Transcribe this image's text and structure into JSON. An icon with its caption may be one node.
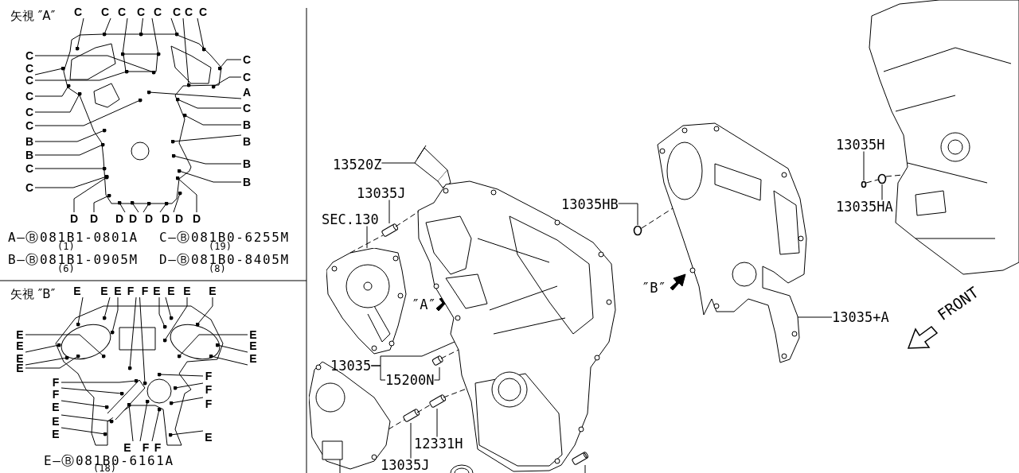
{
  "diagram": {
    "nodes": [
      {
        "text": [
          "C"
        ]
      },
      {
        "text": [
          "C"
        ]
      },
      {
        "text": [
          "C"
        ]
      },
      {
        "text": [
          "C"
        ]
      },
      {
        "text": [
          "C"
        ]
      },
      {
        "text": [
          "C"
        ]
      },
      {
        "text": [
          "C"
        ]
      },
      {
        "text": [
          "C"
        ]
      },
      {
        "text": [
          "C"
        ]
      },
      {
        "text": [
          "C"
        ]
      },
      {
        "text": [
          "C"
        ]
      },
      {
        "text": [
          "C"
        ]
      },
      {
        "text": [
          "C"
        ]
      },
      {
        "text": [
          "C"
        ]
      },
      {
        "text": [
          "B"
        ]
      },
      {
        "text": [
          "B"
        ]
      },
      {
        "text": [
          "C"
        ]
      },
      {
        "text": [
          "C"
        ]
      },
      {
        "text": [
          "C"
        ]
      },
      {
        "text": [
          "C"
        ]
      },
      {
        "text": [
          "A"
        ]
      },
      {
        "text": [
          "C"
        ]
      },
      {
        "text": [
          "B"
        ]
      },
      {
        "text": [
          "B"
        ]
      },
      {
        "text": [
          "B"
        ]
      },
      {
        "text": [
          "B"
        ]
      },
      {
        "text": [
          "D"
        ]
      },
      {
        "text": [
          "D"
        ]
      },
      {
        "text": [
          "D"
        ]
      },
      {
        "text": [
          "D"
        ]
      },
      {
        "text": [
          "D"
        ]
      },
      {
        "text": [
          "D"
        ]
      },
      {
        "text": [
          "D"
        ]
      },
      {
        "text": [
          "D"
        ]
      },
      {
        "text": [
          "E"
        ]
      },
      {
        "text": [
          "E"
        ]
      },
      {
        "text": [
          "E"
        ]
      },
      {
        "text": [
          "F"
        ]
      },
      {
        "text": [
          "F"
        ]
      },
      {
        "text": [
          "E"
        ]
      },
      {
        "text": [
          "E"
        ]
      },
      {
        "text": [
          "E"
        ]
      },
      {
        "text": [
          "E"
        ]
      },
      {
        "text": [
          "E"
        ]
      },
      {
        "text": [
          "E"
        ]
      },
      {
        "text": [
          "E"
        ]
      },
      {
        "text": [
          "E"
        ]
      },
      {
        "text": [
          "F"
        ]
      },
      {
        "text": [
          "F"
        ]
      },
      {
        "text": [
          "E"
        ]
      },
      {
        "text": [
          "E"
        ]
      },
      {
        "text": [
          "E"
        ]
      },
      {
        "text": [
          "E"
        ]
      },
      {
        "text": [
          "E"
        ]
      },
      {
        "text": [
          "E"
        ]
      },
      {
        "text": [
          "F"
        ]
      },
      {
        "text": [
          "F"
        ]
      },
      {
        "text": [
          "F"
        ]
      },
      {
        "text": [
          "E"
        ]
      },
      {
        "text": [
          "E"
        ]
      },
      {
        "text": [
          "F"
        ]
      },
      {
        "text": [
          "F"
        ]
      },
      {
        "text": [
          "13520Z"
        ]
      },
      {
        "text": [],
        "shape": "picture"
      },
      {
        "text": [
          "13035J"
        ]
      },
      {
        "text": [],
        "shape": "picture"
      },
      {
        "text": [
          "SEC.130"
        ]
      },
      {
        "text": [],
        "shape": "picture"
      },
      {
        "text": [
          "13035"
        ]
      },
      {
        "text": [],
        "shape": "picture"
      },
      {
        "text": [
          "15200N"
        ]
      },
      {
        "text": [],
        "shape": "picture"
      },
      {
        "text": [
          "12331H"
        ]
      },
      {
        "text": [],
        "shape": "picture"
      },
      {
        "text": [
          "13035J"
        ]
      },
      {
        "text": [],
        "shape": "picture"
      },
      {
        "text": [
          "13035HB"
        ]
      },
      {
        "text": [],
        "shape": "circle"
      },
      {
        "text": [
          "13035H"
        ]
      },
      {
        "text": [],
        "shape": "circle"
      },
      {
        "text": [
          "13035HA"
        ]
      },
      {
        "text": [],
        "shape": "circle"
      },
      {
        "text": [
          "13035+A"
        ]
      },
      {
        "text": [],
        "shape": "picture"
      },
      {
        "text": [],
        "shape": "picture"
      },
      {
        "text": [],
        "shape": "picture"
      },
      {
        "text": [],
        "shape": "picture"
      },
      {
        "text": [],
        "shape": "picture"
      }
    ],
    "edges": [
      {
        "from": 0,
        "to": 86,
        "arrow": "other"
      },
      {
        "from": 1,
        "to": 86,
        "arrow": "other"
      },
      {
        "from": 2,
        "to": 86,
        "arrow": "other"
      },
      {
        "from": 3,
        "to": 86,
        "arrow": "other"
      },
      {
        "from": 4,
        "to": 86,
        "arrow": "other"
      },
      {
        "from": 5,
        "to": 86,
        "arrow": "other"
      },
      {
        "from": 6,
        "to": 86,
        "arrow": "other"
      },
      {
        "from": 7,
        "to": 86,
        "arrow": "other"
      },
      {
        "from": 8,
        "to": 86,
        "arrow": "other"
      },
      {
        "from": 9,
        "to": 86,
        "arrow": "other"
      },
      {
        "from": 10,
        "to": 86,
        "arrow": "other"
      },
      {
        "from": 11,
        "to": 86,
        "arrow": "other"
      },
      {
        "from": 12,
        "to": 86,
        "arrow": "other"
      },
      {
        "from": 13,
        "to": 86,
        "arrow": "other"
      },
      {
        "from": 14,
        "to": 86,
        "arrow": "other"
      },
      {
        "from": 15,
        "to": 86,
        "arrow": "other"
      },
      {
        "from": 16,
        "to": 86,
        "arrow": "other"
      },
      {
        "from": 17,
        "to": 86,
        "arrow": "other"
      },
      {
        "from": 18,
        "to": 86,
        "arrow": "other"
      },
      {
        "from": 19,
        "to": 86,
        "arrow": "other"
      },
      {
        "from": 20,
        "to": 86,
        "arrow": "other"
      },
      {
        "from": 21,
        "to": 86,
        "arrow": "other"
      },
      {
        "from": 22,
        "to": 86,
        "arrow": "other"
      },
      {
        "from": 23,
        "to": 86,
        "arrow": "other"
      },
      {
        "from": 24,
        "to": 86,
        "arrow": "other"
      },
      {
        "from": 25,
        "to": 86,
        "arrow": "other"
      },
      {
        "from": 26,
        "to": 86,
        "arrow": "other"
      },
      {
        "from": 27,
        "to": 86,
        "arrow": "other"
      },
      {
        "from": 28,
        "to": 86,
        "arrow": "other"
      },
      {
        "from": 29,
        "to": 86,
        "arrow": "other"
      },
      {
        "from": 30,
        "to": 86,
        "arrow": "other"
      },
      {
        "from": 31,
        "to": 86,
        "arrow": "other"
      },
      {
        "from": 32,
        "to": 86,
        "arrow": "other"
      },
      {
        "from": 33,
        "to": 86,
        "arrow": "other"
      },
      {
        "from": 34,
        "to": 87,
        "arrow": "other"
      },
      {
        "from": 35,
        "to": 87,
        "arrow": "other"
      },
      {
        "from": 36,
        "to": 87,
        "arrow": "other"
      },
      {
        "from": 37,
        "to": 87,
        "arrow": "other"
      },
      {
        "from": 38,
        "to": 87,
        "arrow": "other"
      },
      {
        "from": 39,
        "to": 87,
        "arrow": "other"
      },
      {
        "from": 40,
        "to": 87,
        "arrow": "other"
      },
      {
        "from": 41,
        "to": 87,
        "arrow": "other"
      },
      {
        "from": 42,
        "to": 87,
        "arrow": "other"
      },
      {
        "from": 43,
        "to": 87,
        "arrow": "other"
      },
      {
        "from": 44,
        "to": 87,
        "arrow": "other"
      },
      {
        "from": 45,
        "to": 87,
        "arrow": "other"
      },
      {
        "from": 46,
        "to": 87,
        "arrow": "other"
      },
      {
        "from": 47,
        "to": 87,
        "arrow": "other"
      },
      {
        "from": 48,
        "to": 87,
        "arrow": "other"
      },
      {
        "from": 49,
        "to": 87,
        "arrow": "other"
      },
      {
        "from": 50,
        "to": 87,
        "arrow": "other"
      },
      {
        "from": 51,
        "to": 87,
        "arrow": "other"
      },
      {
        "from": 52,
        "to": 87,
        "arrow": "other"
      },
      {
        "from": 53,
        "to": 87,
        "arrow": "other"
      },
      {
        "from": 54,
        "to": 87,
        "arrow": "other"
      },
      {
        "from": 55,
        "to": 87,
        "arrow": "other"
      },
      {
        "from": 56,
        "to": 87,
        "arrow": "other"
      },
      {
        "from": 57,
        "to": 87,
        "arrow": "other"
      },
      {
        "from": 58,
        "to": 87,
        "arrow": "other"
      },
      {
        "from": 59,
        "to": 87,
        "arrow": "other"
      },
      {
        "from": 60,
        "to": 87,
        "arrow": "other"
      },
      {
        "from": 61,
        "to": 87,
        "arrow": "other"
      },
      {
        "from": 62,
        "to": 63,
        "arrow": "none"
      },
      {
        "from": 64,
        "to": 65,
        "arrow": "none"
      },
      {
        "from": 66,
        "to": 67,
        "arrow": "none"
      },
      {
        "from": 68,
        "to": 69,
        "arrow": "none"
      },
      {
        "from": 68,
        "to": 70,
        "arrow": "none"
      },
      {
        "from": 70,
        "to": 71,
        "arrow": "none"
      },
      {
        "from": 72,
        "to": 73,
        "arrow": "none"
      },
      {
        "from": 74,
        "to": 75,
        "arrow": "none"
      },
      {
        "from": 76,
        "to": 77,
        "arrow": "none"
      },
      {
        "from": 78,
        "to": 79,
        "arrow": "none"
      },
      {
        "from": 80,
        "to": 81,
        "arrow": "none"
      },
      {
        "from": 82,
        "to": 83,
        "arrow": "none"
      },
      {
        "from": 67,
        "to": 65,
        "arrow": "none",
        "style": "dashed"
      },
      {
        "from": 65,
        "to": 69,
        "arrow": "none",
        "style": "dashed"
      },
      {
        "from": 84,
        "to": 75,
        "arrow": "none",
        "style": "dashed"
      },
      {
        "from": 75,
        "to": 73,
        "arrow": "none",
        "style": "dashed"
      },
      {
        "from": 73,
        "to": 69,
        "arrow": "none",
        "style": "dashed"
      },
      {
        "from": 71,
        "to": 69,
        "arrow": "none",
        "style": "dashed"
      },
      {
        "from": 77,
        "to": 83,
        "arrow": "none",
        "style": "dashed"
      },
      {
        "from": 79,
        "to": 81,
        "arrow": "none",
        "style": "dashed"
      },
      {
        "from": 81,
        "to": 85,
        "arrow": "none",
        "style": "dashed"
      }
    ],
    "labels": [
      "矢視 ″A″",
      "A—Ⓑ081B1-0801A",
      "C—Ⓑ081B0-6255M",
      "(1)",
      "(19)",
      "B—Ⓑ081B1-0905M",
      "D—Ⓑ081B0-8405M",
      "(6)",
      "(8)",
      "矢視 ″B″",
      "E—Ⓑ081B0-6161A",
      "(18)",
      "″A″",
      "″B″",
      "FRONT"
    ]
  }
}
